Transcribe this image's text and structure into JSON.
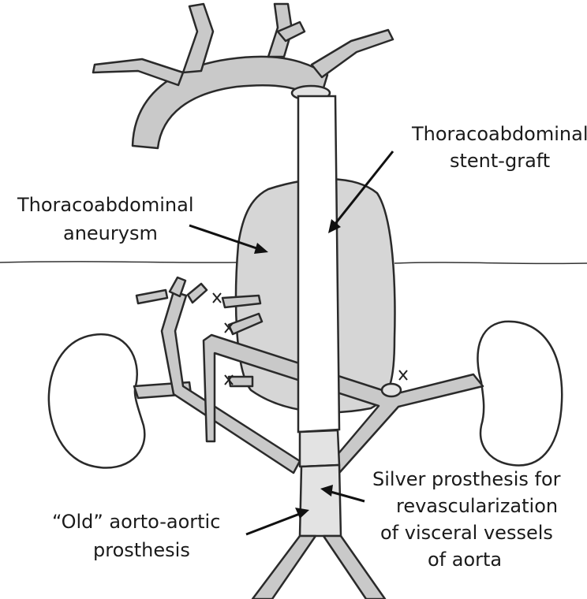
{
  "labels": {
    "stent_graft_line1": "Thoracoabdominal",
    "stent_graft_line2": "stent-graft",
    "aneurysm_line1": "Thoracoabdominal",
    "aneurysm_line2": "aneurysm",
    "silver_line1": "Silver prosthesis for",
    "silver_line2": "revascularization",
    "silver_line3": "of visceral vessels",
    "silver_line4": "of aorta",
    "old_line1": "“Old” aorto-aortic",
    "old_line2": "prosthesis"
  },
  "colors": {
    "vessel_fill": "#c9c9c9",
    "aneurysm_fill": "#d6d6d6",
    "stent_fill": "#ffffff",
    "outline": "#2a2a2a"
  }
}
